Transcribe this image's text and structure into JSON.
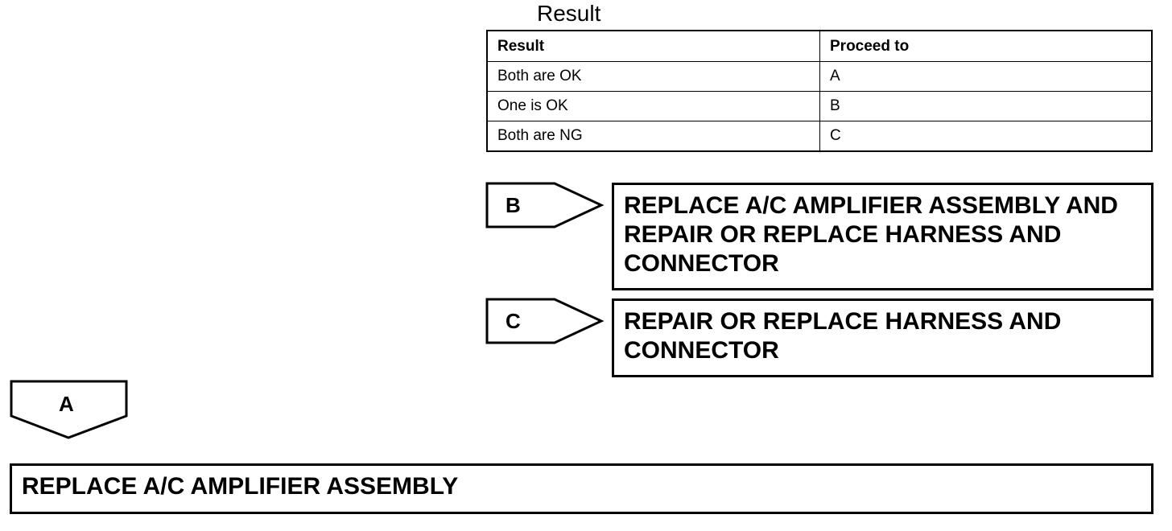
{
  "result_title": "Result",
  "table": {
    "headers": [
      "Result",
      "Proceed to"
    ],
    "rows": [
      [
        "Both are OK",
        "A"
      ],
      [
        "One is OK",
        "B"
      ],
      [
        "Both are NG",
        "C"
      ]
    ]
  },
  "branch_b": {
    "tag": "B",
    "action": "REPLACE A/C AMPLIFIER ASSEMBLY AND REPAIR OR REPLACE HARNESS AND CONNECTOR"
  },
  "branch_c": {
    "tag": "C",
    "action": "REPAIR OR REPLACE HARNESS AND CONNECTOR"
  },
  "branch_a": {
    "tag": "A",
    "action": "REPLACE A/C AMPLIFIER ASSEMBLY"
  }
}
